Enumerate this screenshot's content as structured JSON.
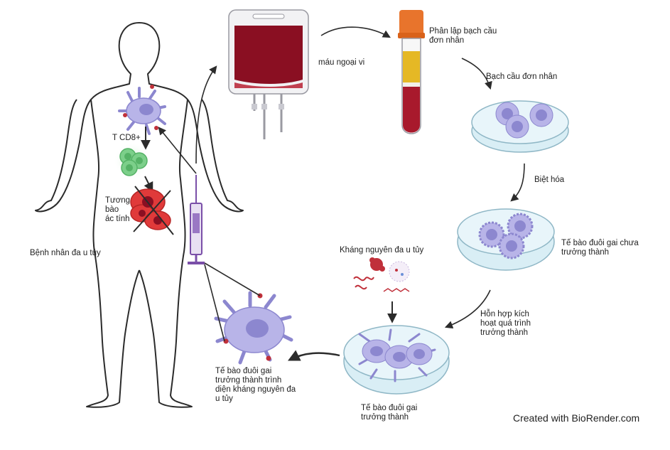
{
  "labels": {
    "patient": "Bệnh nhân đa u tủy",
    "tcd8": "T CD8+",
    "malignant": "Tương\nbào\nác tính",
    "peripheral_blood": "máu ngoại vi",
    "isolate": "Phân lập bạch cầu\nđơn nhân",
    "monocytes": "Bạch cầu đơn nhân",
    "differentiation": "Biệt hóa",
    "immature_dc": "Tế bào đuôi gai chưa\ntrưởng thành",
    "antigen": "Kháng nguyên đa u tủy",
    "maturation_mix": "Hỗn hợp kích\nhoạt quá trình\ntrưởng thành",
    "mature_dc": "Tế bào đuôi gai\ntrưởng thành",
    "presenting_dc": "Tế bào đuôi gai\ntrưởng thành trình\ndiện kháng nguyên đa\nu tủy"
  },
  "credit": "Created with BioRender.com",
  "colors": {
    "outline": "#2b2b2b",
    "blood": "#8a0f22",
    "plasma": "#e5b825",
    "cap": "#e8742c",
    "dish": "#d9eef5",
    "cell_lilac": "#b8b4e8",
    "nucleus": "#8c87cf",
    "tcell_green": "#7ccf8a",
    "tumor_red": "#e03a3a",
    "syringe_purple": "#7a4fa8",
    "antigen_red": "#c0303a"
  }
}
